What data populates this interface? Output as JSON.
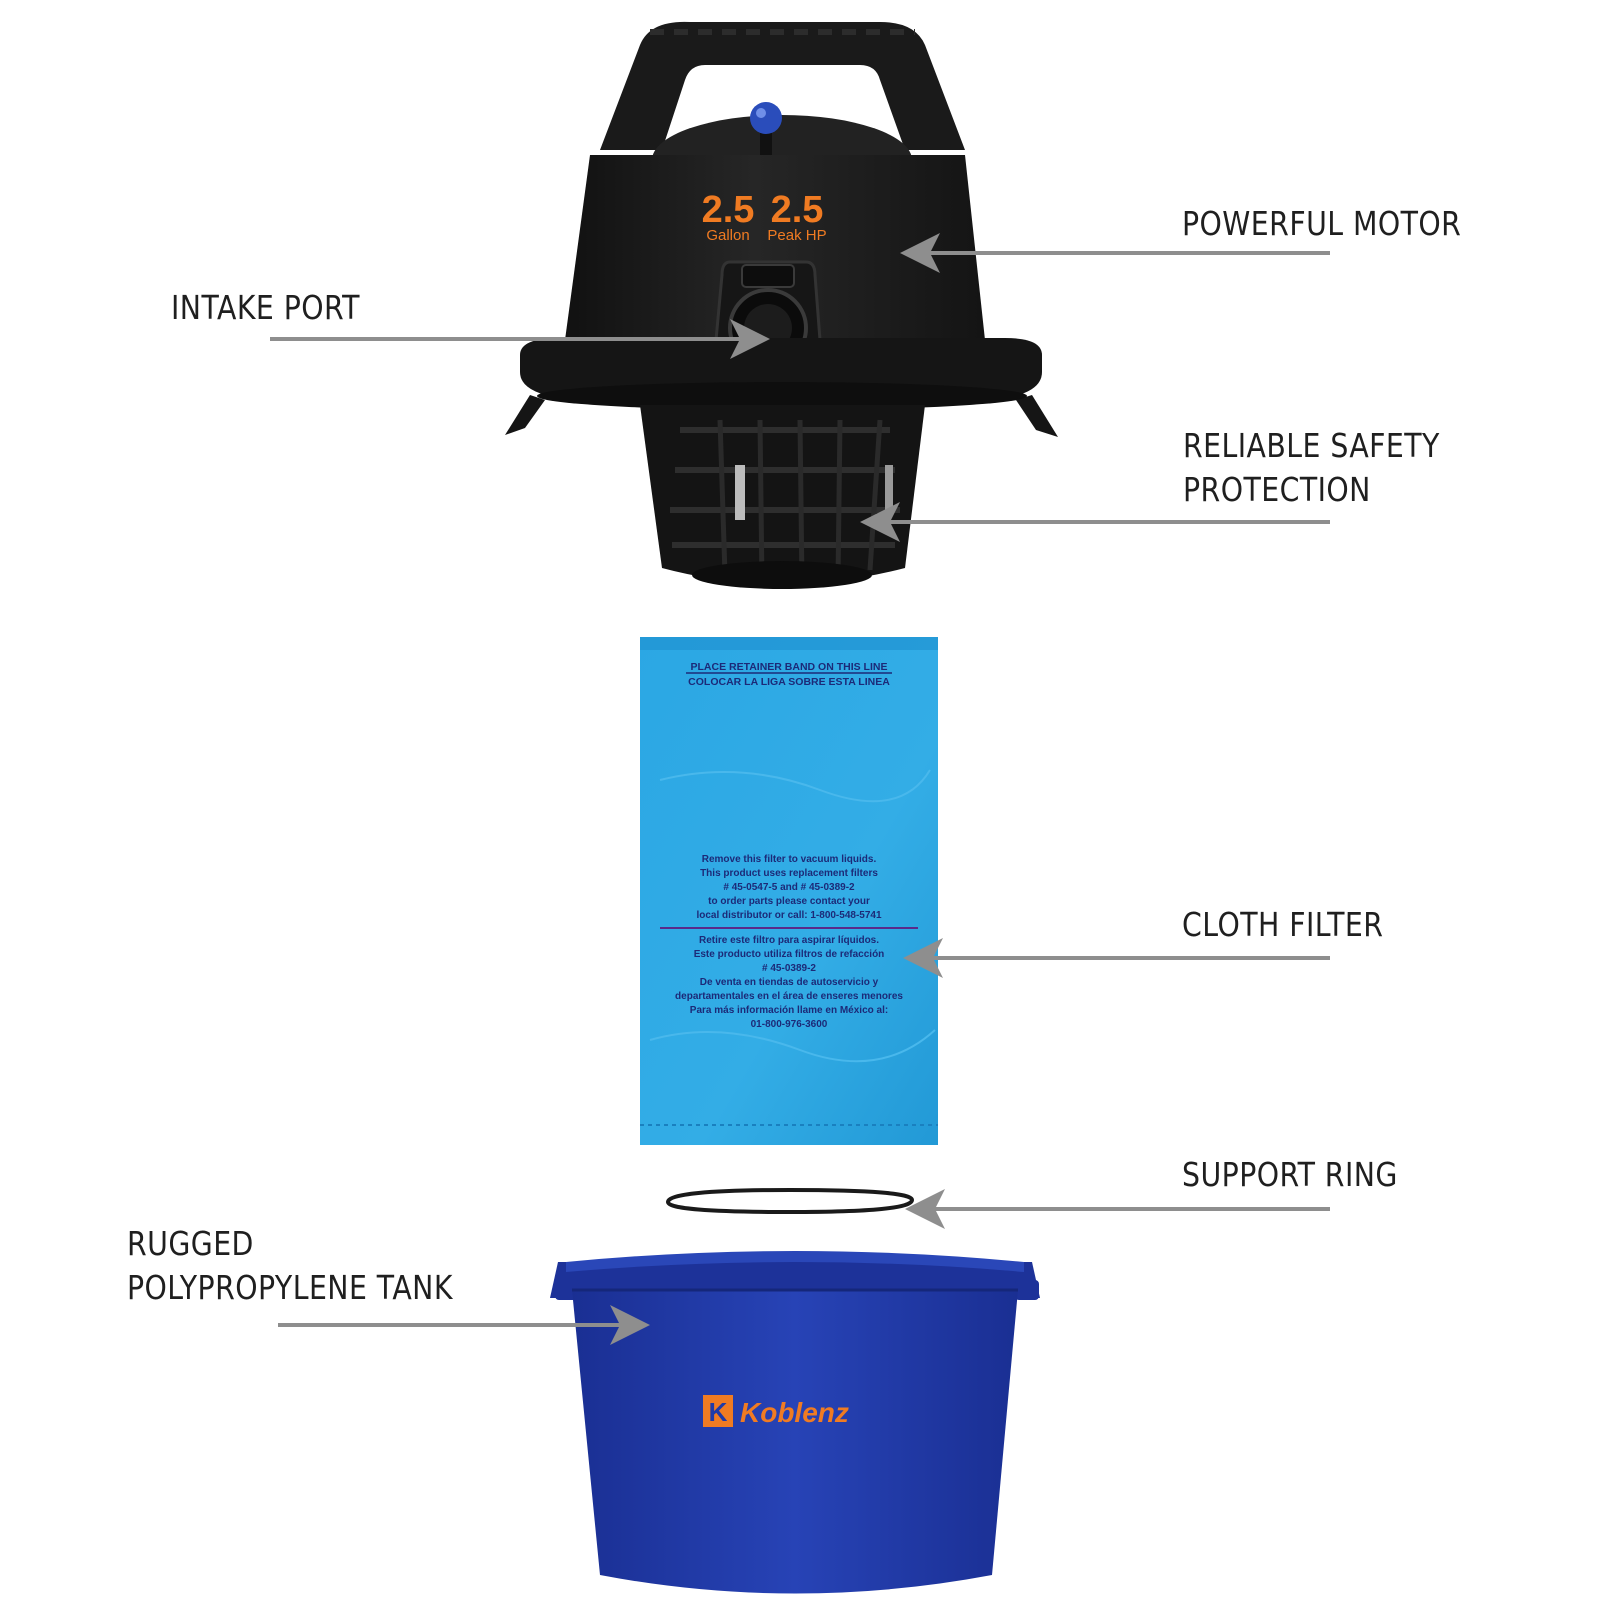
{
  "callouts": {
    "powerful_motor": "POWERFUL MOTOR",
    "intake_port": "INTAKE PORT",
    "safety_line1": "RELIABLE SAFETY",
    "safety_line2": "PROTECTION",
    "cloth_filter": "CLOTH FILTER",
    "support_ring": "SUPPORT RING",
    "tank_line1": "RUGGED",
    "tank_line2": "POLYPROPYLENE TANK"
  },
  "motor_head": {
    "capacity_value": "2.5",
    "capacity_unit": "Gallon",
    "power_value": "2.5",
    "power_unit": "Peak HP"
  },
  "filter": {
    "band_line1": "PLACE RETAINER BAND ON THIS LINE",
    "band_line2": "COLOCAR LA LIGA SOBRE ESTA LINEA",
    "en_lines": [
      "Remove this filter to vacuum liquids.",
      "This product uses replacement filters",
      "# 45-0547-5 and # 45-0389-2",
      "to order parts please contact your",
      "local distributor or call: 1-800-548-5741"
    ],
    "es_lines": [
      "Retire este filtro para aspirar líquidos.",
      "Este producto utiliza filtros de refacción",
      "# 45-0389-2",
      "De venta en tiendas de autoservicio y",
      "departamentales en el área de enseres menores",
      "Para más información llame en México al:",
      "01-800-976-3600"
    ]
  },
  "tank": {
    "brand": "Koblenz",
    "brand_mark": "K"
  },
  "colors": {
    "motor_body": "#1b1b1b",
    "accent_orange": "#f07b22",
    "filter_blue": "#2aa4e0",
    "filter_text": "#1c2a78",
    "tank_blue": "#1f3aa8",
    "arrow_gray": "#8e8e8e",
    "knob_blue": "#2a4dbb"
  }
}
